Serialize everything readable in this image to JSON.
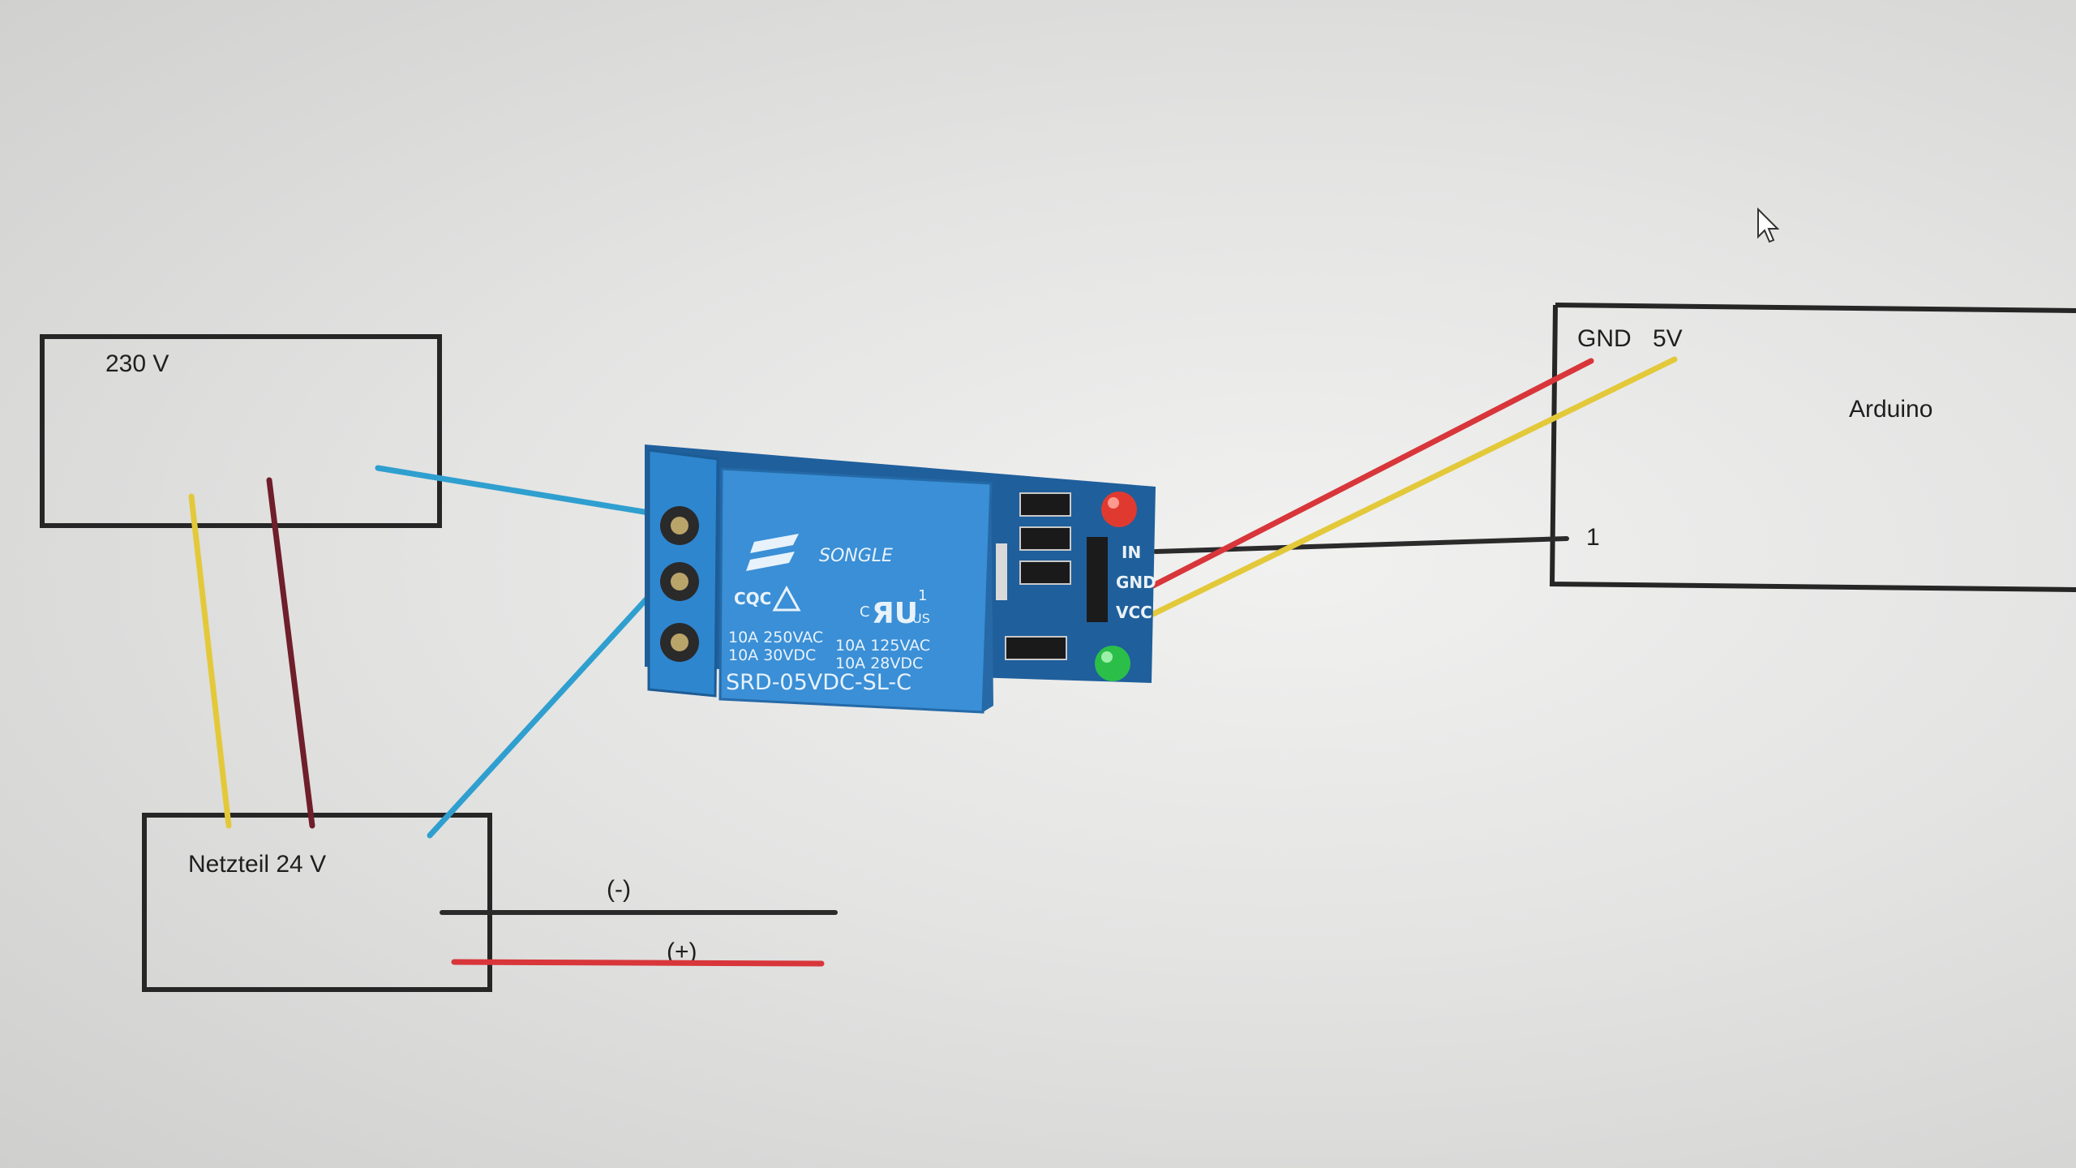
{
  "boxes": {
    "mains": "230 V",
    "psu": "Netzteil 24 V",
    "arduino": "Arduino"
  },
  "arduino_pins": {
    "gnd": "GND",
    "v5": "5V",
    "pin1": "1"
  },
  "psu_terminals": {
    "minus": "(-)",
    "plus": "(+)"
  },
  "relay": {
    "brand": "SONGLE",
    "rating1": "10A 250VAC",
    "rating2": "10A 30VDC",
    "rating3": "10A 125VAC",
    "rating4": "10A 28VDC",
    "model": "SRD-05VDC-SL-C",
    "cert1": "CQC",
    "cert_us": "US",
    "cert_c": "C",
    "cert_one": "1",
    "pin_in": "IN",
    "pin_gnd": "GND",
    "pin_vcc": "VCC"
  },
  "colors": {
    "wire_blue": "#2f9fcf",
    "wire_red": "#d8363a",
    "wire_yellow": "#e3c93a",
    "wire_darkred": "#6e1f2a",
    "wire_black": "#2b2b2b",
    "relay_blue": "#2a7fc4"
  }
}
